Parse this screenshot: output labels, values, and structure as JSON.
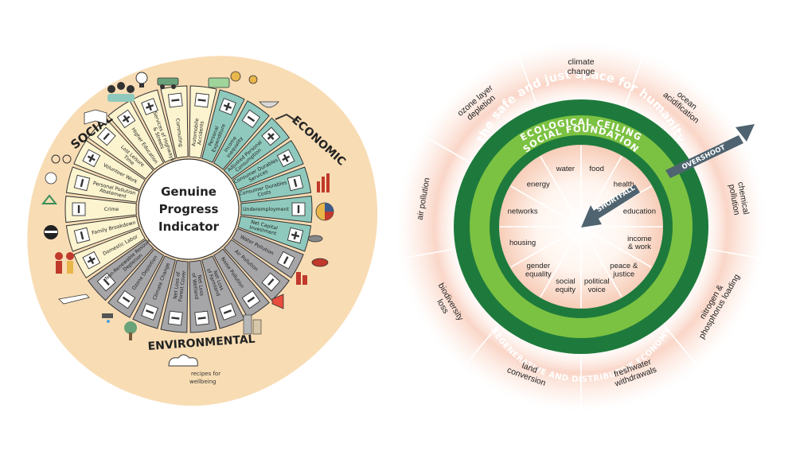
{
  "gpi": {
    "center": [
      "Genuine",
      "Progress",
      "Indicator"
    ],
    "categories": {
      "social": "SOCIAL",
      "economic": "ECONOMIC",
      "environmental": "ENVIRONMENTAL"
    },
    "segments": [
      {
        "label": "Automobile Accidents",
        "group": "social",
        "sign": "minus"
      },
      {
        "label": "Personal Expenditure",
        "group": "economic",
        "sign": "plus"
      },
      {
        "label": "Income Inequality",
        "group": "economic",
        "sign": "minus"
      },
      {
        "label": "Adjusted Personal Consumption",
        "group": "economic",
        "sign": "plus"
      },
      {
        "label": "Consumer Durables Services",
        "group": "economic",
        "sign": "plus"
      },
      {
        "label": "Consumer Durables Costs",
        "group": "economic",
        "sign": "minus"
      },
      {
        "label": "Underemployment",
        "group": "economic",
        "sign": "minus"
      },
      {
        "label": "Net Capital Investment",
        "group": "economic",
        "sign": "plus"
      },
      {
        "label": "Water Pollution",
        "group": "environmental",
        "sign": "minus"
      },
      {
        "label": "Air Pollution",
        "group": "environmental",
        "sign": "minus"
      },
      {
        "label": "Noise Pollution",
        "group": "environmental",
        "sign": "minus"
      },
      {
        "label": "Net Loss of Farmland",
        "group": "environmental",
        "sign": "minus"
      },
      {
        "label": "Net Loss of Wetland",
        "group": "environmental",
        "sign": "minus"
      },
      {
        "label": "Net Loss of Forest Cover",
        "group": "environmental",
        "sign": "minus"
      },
      {
        "label": "Climate Change",
        "group": "environmental",
        "sign": "minus"
      },
      {
        "label": "Ozone Depletion",
        "group": "environmental",
        "sign": "minus"
      },
      {
        "label": "Non-Renewable Resource Depletion",
        "group": "environmental",
        "sign": "minus"
      },
      {
        "label": "Domestic Labor",
        "group": "social",
        "sign": "plus"
      },
      {
        "label": "Family Breakdown",
        "group": "social",
        "sign": "minus"
      },
      {
        "label": "Crime",
        "group": "social",
        "sign": "minus"
      },
      {
        "label": "Personal Pollution Abatement",
        "group": "social",
        "sign": "minus"
      },
      {
        "label": "Volunteer Work",
        "group": "social",
        "sign": "plus"
      },
      {
        "label": "Lost Leisure Time",
        "group": "social",
        "sign": "minus"
      },
      {
        "label": "Higher Education",
        "group": "social",
        "sign": "plus"
      },
      {
        "label": "Services of Highways & Streets",
        "group": "social",
        "sign": "plus"
      },
      {
        "label": "Commuting",
        "group": "social",
        "sign": "minus"
      }
    ],
    "credit": [
      "recipes for",
      "wellbeing"
    ],
    "colors": {
      "social": "#fbf4cf",
      "economic": "#8fc9bd",
      "environmental": "#a6a5a8",
      "background": "#f8dcb4"
    }
  },
  "doughnut": {
    "ceiling_label": "ECOLOGICAL CEILING",
    "safe_space_label": "the safe and just space for humanity",
    "foundation_label": "SOCIAL FOUNDATION",
    "economy_label": "REGENERATIVE AND DISTRIBUTIVE ECONOMY",
    "overshoot_label": "OVERSHOOT",
    "shortfall_label": "SHORTFALL",
    "ecological": [
      [
        "climate",
        "change"
      ],
      [
        "ocean",
        "acidification"
      ],
      [
        "chemical",
        "pollution"
      ],
      [
        "nitrogen &",
        "phosphorus loading"
      ],
      [
        "freshwater",
        "withdrawals"
      ],
      [
        "land",
        "conversion"
      ],
      [
        "biodiversity",
        "loss"
      ],
      [
        "air pollution"
      ],
      [
        "ozone layer",
        "depletion"
      ]
    ],
    "social": [
      [
        "food"
      ],
      [
        "health"
      ],
      [
        "education"
      ],
      [
        "income",
        "& work"
      ],
      [
        "peace &",
        "justice"
      ],
      [
        "political",
        "voice"
      ],
      [
        "social",
        "equity"
      ],
      [
        "gender",
        "equality"
      ],
      [
        "housing"
      ],
      [
        "networks"
      ],
      [
        "energy"
      ],
      [
        "water"
      ]
    ],
    "colors": {
      "dark_green": "#1e7a3c",
      "light_green": "#7cc242",
      "overshoot": "#e85a3a",
      "arrow": "#4f6470"
    }
  }
}
